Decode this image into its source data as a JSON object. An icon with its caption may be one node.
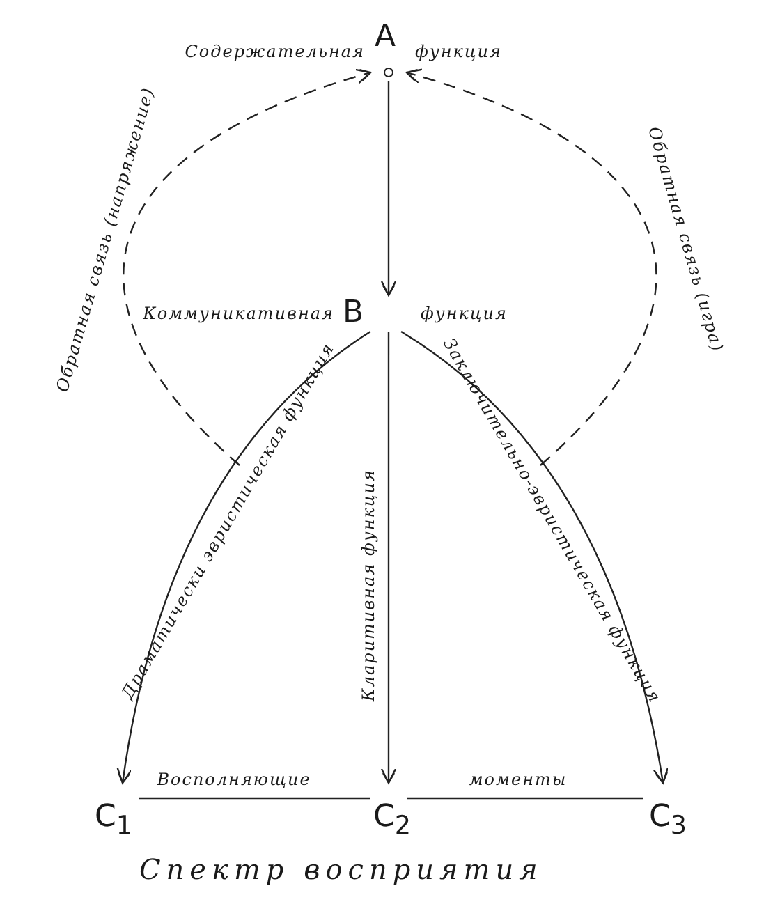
{
  "diagram": {
    "caption": "Спектр восприятия",
    "nodes": [
      {
        "text": [
          "A"
        ],
        "beside": [
          "Содержательная",
          "функция"
        ]
      },
      {
        "text": [
          "B"
        ],
        "beside": [
          "Коммуникативная",
          "функция"
        ]
      },
      {
        "text": [
          "C$_{1}$"
        ]
      },
      {
        "text": [
          "C$_{2}$"
        ]
      },
      {
        "text": [
          "C$_{3}$"
        ]
      }
    ],
    "edges": [
      {
        "from": 0,
        "to": 1,
        "arrow": "to"
      },
      {
        "from": 1,
        "to": 2,
        "arrow": "to",
        "label": "Драматически эвристическая функция"
      },
      {
        "from": 1,
        "to": 3,
        "arrow": "to",
        "label": "Кларитивная функция"
      },
      {
        "from": 1,
        "to": 4,
        "arrow": "to",
        "label": "Заключительно-эвристическая функция"
      },
      {
        "from": 2,
        "to": 3,
        "arrow": "none",
        "label": "Восполняющие"
      },
      {
        "from": 3,
        "to": 4,
        "arrow": "none",
        "label": "моменты"
      },
      {
        "from": null,
        "to": 0,
        "arrow": "to",
        "style": "dashed",
        "label": "Обратная связь (напряжение)"
      },
      {
        "from": null,
        "to": 0,
        "arrow": "to",
        "style": "dashed",
        "label": "Обратная связь (игра)"
      }
    ]
  }
}
